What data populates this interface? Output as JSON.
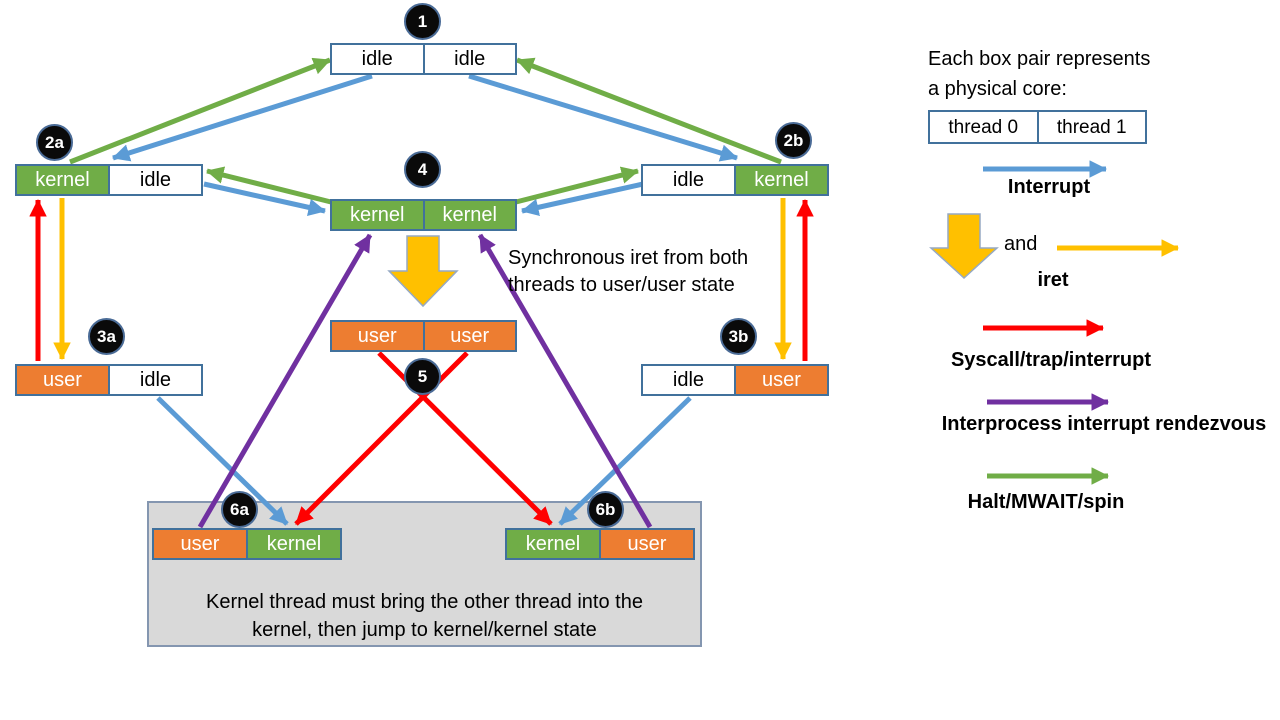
{
  "nodes": {
    "n1": {
      "badge": "1",
      "left": "idle",
      "right": "idle"
    },
    "n2a": {
      "badge": "2a",
      "left": "kernel",
      "right": "idle"
    },
    "n2b": {
      "badge": "2b",
      "left": "idle",
      "right": "kernel"
    },
    "n4": {
      "badge": "4",
      "left": "kernel",
      "right": "kernel"
    },
    "n5": {
      "badge": "5",
      "left": "user",
      "right": "user"
    },
    "n3a": {
      "badge": "3a",
      "left": "user",
      "right": "idle"
    },
    "n3b": {
      "badge": "3b",
      "left": "idle",
      "right": "user"
    },
    "n6a": {
      "badge": "6a",
      "left": "user",
      "right": "kernel"
    },
    "n6b": {
      "badge": "6b",
      "left": "kernel",
      "right": "user"
    }
  },
  "annotations": {
    "sync_iret_line1": "Synchronous iret from both",
    "sync_iret_line2": "threads to user/user state",
    "panel_line1": "Kernel thread must bring the other thread into the",
    "panel_line2": "kernel, then jump to kernel/kernel state"
  },
  "legend": {
    "heading_line1": "Each box pair represents",
    "heading_line2": "a physical core:",
    "thread0": "thread 0",
    "thread1": "thread 1",
    "interrupt_label": "Interrupt",
    "and_text": "and",
    "iret_label": "iret",
    "syscall_label": "Syscall/trap/interrupt",
    "rendezvous_label": "Interprocess interrupt rendezvous",
    "halt_label": "Halt/MWAIT/spin"
  },
  "edges": [
    {
      "type": "halt",
      "from": "2a",
      "to": "1"
    },
    {
      "type": "halt",
      "from": "2b",
      "to": "1"
    },
    {
      "type": "interrupt",
      "from": "1",
      "to": "2a"
    },
    {
      "type": "interrupt",
      "from": "1",
      "to": "2b"
    },
    {
      "type": "halt",
      "from": "4",
      "to": "2a"
    },
    {
      "type": "halt",
      "from": "4",
      "to": "2b"
    },
    {
      "type": "interrupt",
      "from": "2a",
      "to": "4"
    },
    {
      "type": "interrupt",
      "from": "2b",
      "to": "4"
    },
    {
      "type": "syscall",
      "from": "3a",
      "to": "2a"
    },
    {
      "type": "syscall",
      "from": "3b",
      "to": "2b"
    },
    {
      "type": "iret",
      "from": "2a",
      "to": "3a"
    },
    {
      "type": "iret",
      "from": "2b",
      "to": "3b"
    },
    {
      "type": "iret-block",
      "from": "4",
      "to": "5"
    },
    {
      "type": "syscall",
      "from": "5-left",
      "to": "6b"
    },
    {
      "type": "syscall",
      "from": "5-right",
      "to": "6a"
    },
    {
      "type": "interrupt",
      "from": "3a",
      "to": "6a"
    },
    {
      "type": "interrupt",
      "from": "3b",
      "to": "6b"
    },
    {
      "type": "rendezvous",
      "from": "6a",
      "to": "4"
    },
    {
      "type": "rendezvous",
      "from": "6b",
      "to": "4"
    }
  ],
  "colors": {
    "kernel_green": "#70AD47",
    "user_orange": "#ED7D31",
    "interrupt_blue": "#5B9BD5",
    "iret_gold": "#FFC000",
    "syscall_red": "#FF0000",
    "rendezvous_purple": "#7030A0",
    "halt_green": "#70AD47",
    "box_border_blue": "#41719C",
    "panel_gray": "#D9D9D9"
  }
}
